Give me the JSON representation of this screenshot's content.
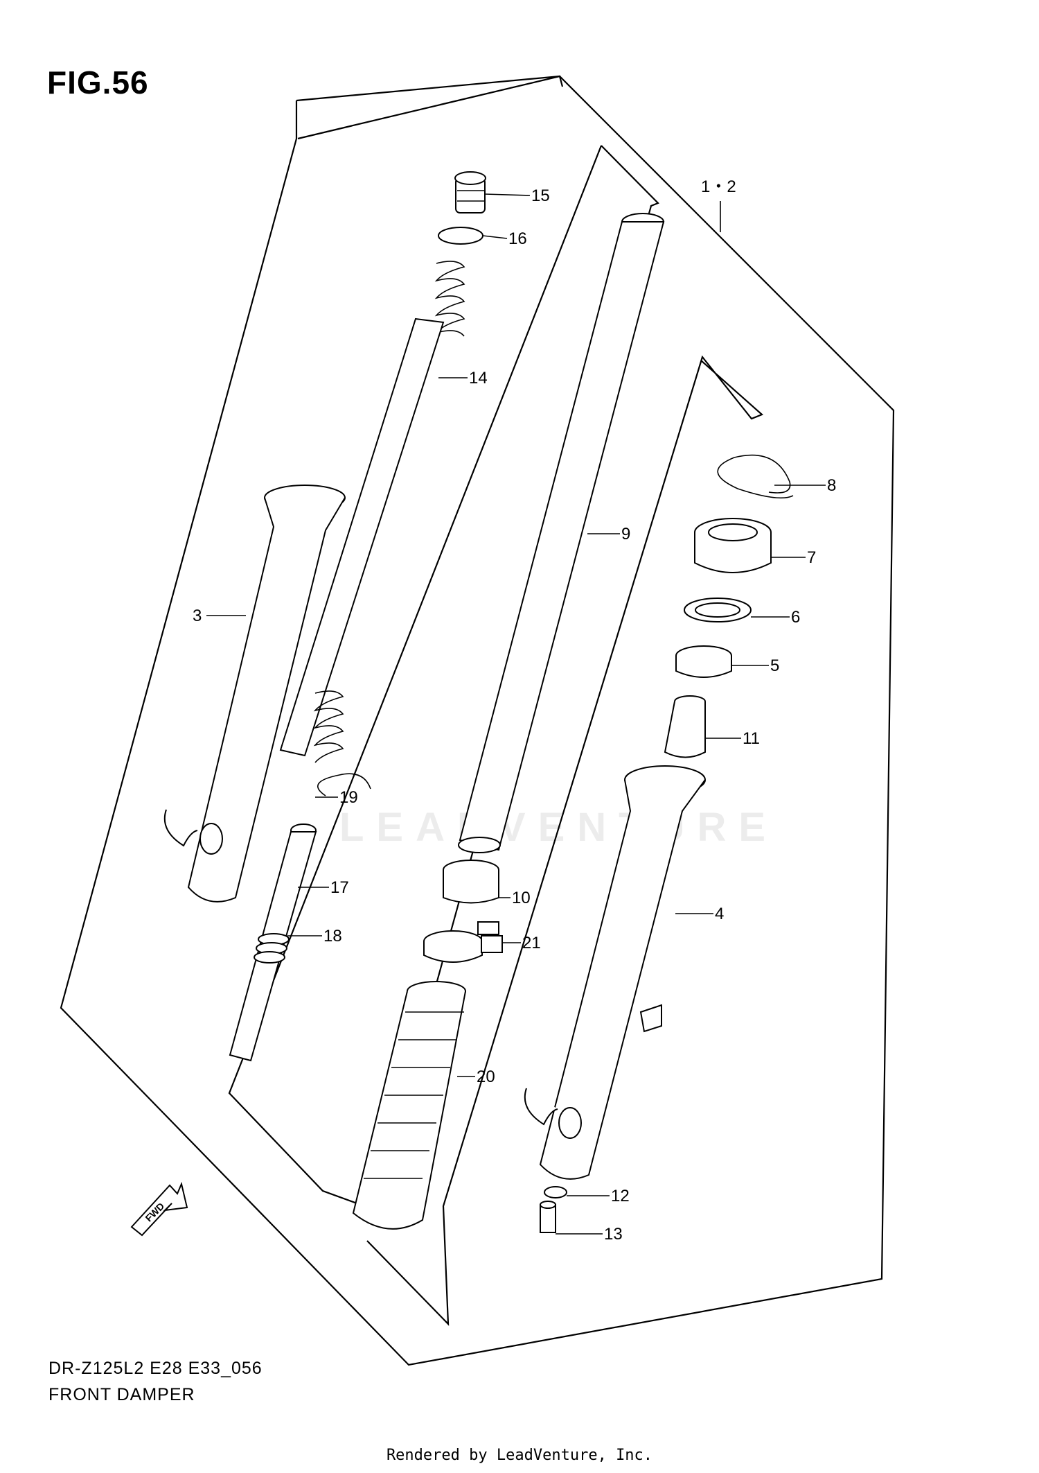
{
  "figure": {
    "title": "FIG.56"
  },
  "diagram": {
    "model_code": "DR-Z125L2 E28 E33_056",
    "name": "FRONT DAMPER",
    "fwd_label": "FWD",
    "callouts": [
      "1・2",
      "3",
      "4",
      "5",
      "6",
      "7",
      "8",
      "9",
      "10",
      "11",
      "12",
      "13",
      "14",
      "15",
      "16",
      "17",
      "18",
      "19",
      "20",
      "21"
    ]
  },
  "watermark": {
    "text": "LEADVENTURE"
  },
  "footer": {
    "rendered_by": "Rendered by LeadVenture, Inc."
  }
}
